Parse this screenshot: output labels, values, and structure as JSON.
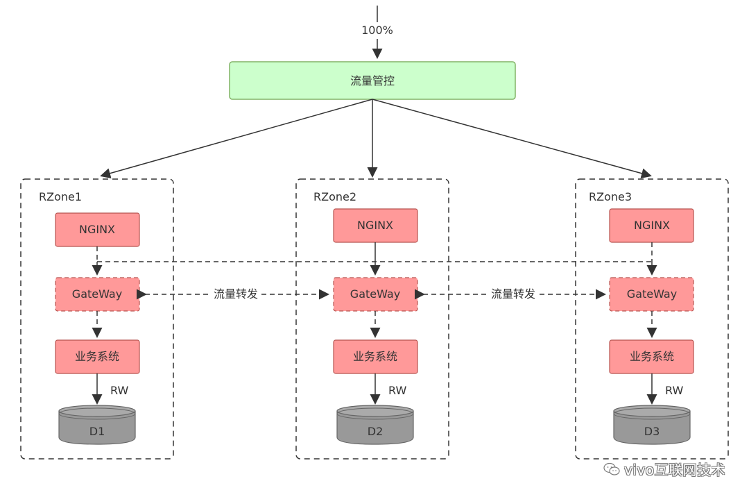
{
  "top": {
    "percent": "100%",
    "control_label": "流量管控"
  },
  "zones": [
    {
      "title": "RZone1",
      "nginx": "NGINX",
      "gateway": "GateWay",
      "business": "业务系统",
      "rw": "RW",
      "db": "D1"
    },
    {
      "title": "RZone2",
      "nginx": "NGINX",
      "gateway": "GateWay",
      "business": "业务系统",
      "rw": "RW",
      "db": "D2"
    },
    {
      "title": "RZone3",
      "nginx": "NGINX",
      "gateway": "GateWay",
      "business": "业务系统",
      "rw": "RW",
      "db": "D3"
    }
  ],
  "forwarding": [
    {
      "label": "流量转发"
    },
    {
      "label": "流量转发"
    }
  ],
  "watermark": {
    "text": "vivo互联网技术"
  },
  "colors": {
    "control_fill": "#ccffcc",
    "control_stroke": "#82b366",
    "box_fill": "#ff9999",
    "box_stroke": "#b85450",
    "db_fill": "#999999",
    "db_stroke": "#666666",
    "line": "#333333"
  }
}
